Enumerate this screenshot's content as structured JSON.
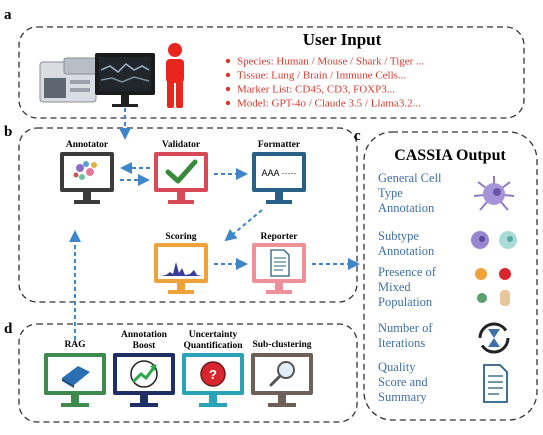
{
  "panels": {
    "a": {
      "letter": "a",
      "title": "User Input",
      "bullets": [
        "Species: Human / Mouse / Shark / Tiger ...",
        "Tissue: Lung / Brain / Immune Cells...",
        "Marker List: CD45, CD3, FOXP3...",
        "Model: GPT-4o / Claude 3.5 / Llama3.2..."
      ]
    },
    "b": {
      "letter": "b",
      "agents": {
        "annotator": "Annotator",
        "validator": "Validator",
        "formatter": "Formatter",
        "formatter_screen": "AAA ·····",
        "scoring": "Scoring",
        "reporter": "Reporter"
      }
    },
    "c": {
      "letter": "c",
      "title": "CASSIA Output",
      "items": [
        [
          "General Cell",
          "Type",
          "Annotation"
        ],
        [
          "Subtype",
          "Annotation"
        ],
        [
          "Presence of",
          "Mixed",
          "Population"
        ],
        [
          "Number of",
          "Iterations"
        ],
        [
          "Quality",
          "Score and",
          "Summary"
        ]
      ]
    },
    "d": {
      "letter": "d",
      "modules": {
        "rag": [
          "RAG"
        ],
        "boost": [
          "Annotation",
          "Boost"
        ],
        "uncertainty": [
          "Uncertainty",
          "Quantification"
        ],
        "subclustering": [
          "Sub-clustering"
        ]
      },
      "question_mark": "?"
    }
  },
  "colors": {
    "bullet_text": "#d83a2e",
    "output_text": "#3f6fa8",
    "arrow": "#3f86c8",
    "person": "#e8261e",
    "dark_monitor": "#3b3b3b",
    "validator": "#d84a55",
    "formatter": "#2a5f86",
    "scoring": "#f0a23a",
    "reporter": "#ef8f98",
    "rag": "#3f8a4e",
    "boost": "#1e2f66",
    "uncertainty": "#2aa3b8",
    "subclustering": "#6e5f58"
  },
  "icons": [
    "sequencer-icon",
    "computer-monitor-icon",
    "person-icon",
    "check-icon",
    "report-document-icon",
    "book-icon",
    "growth-chart-icon",
    "question-icon",
    "magnifier-icon",
    "cell-icon",
    "hourglass-cycle-icon"
  ]
}
